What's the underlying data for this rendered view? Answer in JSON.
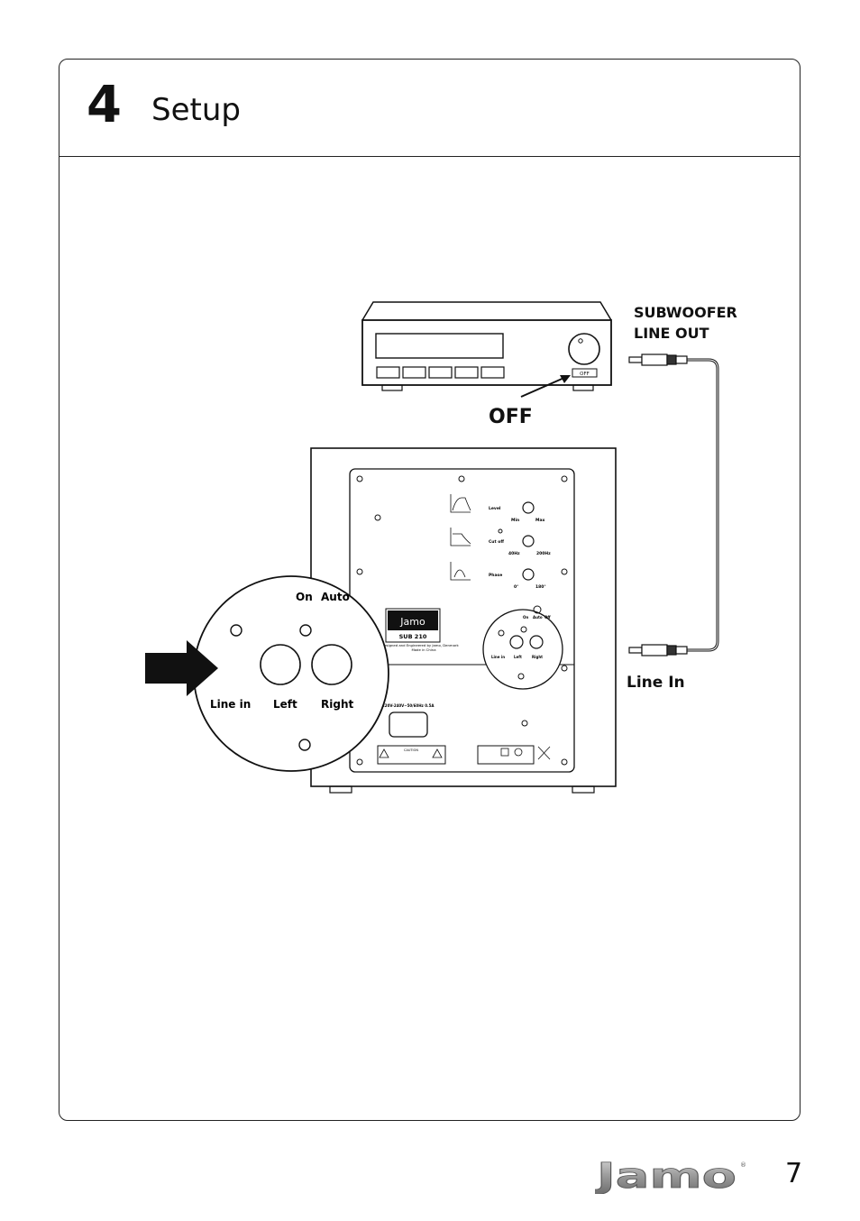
{
  "section": {
    "number": "4",
    "title": "Setup"
  },
  "receiver": {
    "button_label": "OFF",
    "callout": "OFF"
  },
  "cable_labels": {
    "out_line1": "SUBWOOFER",
    "out_line2": "LINE OUT",
    "in": "Line In"
  },
  "sub_panel": {
    "controls": [
      {
        "label": "Level",
        "min": "Min",
        "max": "Max"
      },
      {
        "label": "Cut off",
        "min": "40Hz",
        "max": "200Hz"
      },
      {
        "label": "Phase",
        "min": "0°",
        "max": "180°"
      }
    ],
    "model": "SUB 210",
    "brand": "Jamo",
    "designed": "Designed and Engineered by Jamo, Denmark",
    "made": "Made in China",
    "power": "220V-240V~50/60Hz 0.5A",
    "caution": "CAUTION",
    "small_inputs": {
      "on": "On",
      "auto": "Auto",
      "off": "Off",
      "line_in": "Line in",
      "left": "Left",
      "right": "Right"
    }
  },
  "zoom": {
    "on": "On",
    "auto": "Auto",
    "line_in": "Line in",
    "left": "Left",
    "right": "Right"
  },
  "footer": {
    "brand": "Jamo",
    "page": "7"
  }
}
